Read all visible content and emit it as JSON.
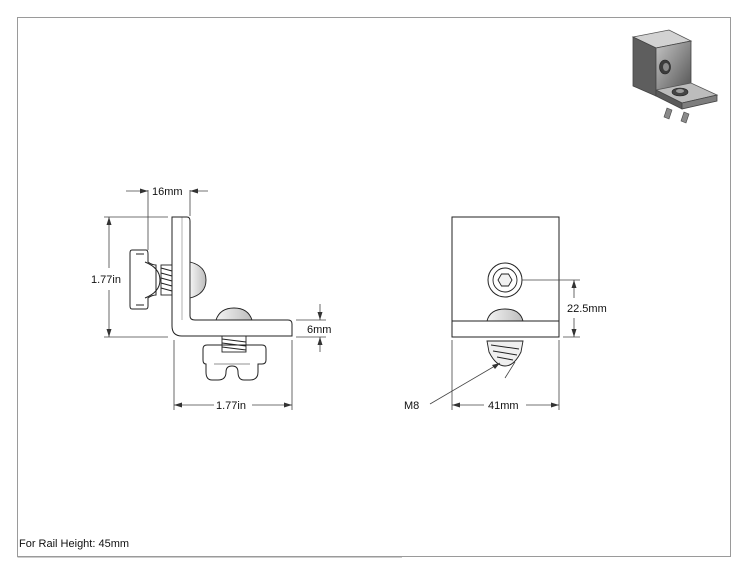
{
  "drawing": {
    "footer_note": "For Rail Height: 45mm",
    "side_view": {
      "dim_top": "16mm",
      "dim_left_height": "1.77in",
      "dim_bottom_width": "1.77in",
      "dim_right_thickness": "6mm"
    },
    "front_view": {
      "dim_hole_height": "22.5mm",
      "dim_width": "41mm",
      "thread_label": "M8"
    },
    "colors": {
      "line": "#222222",
      "border": "#999999",
      "iso_dark": "#5a5a5a",
      "iso_light": "#a9a9a9"
    }
  }
}
